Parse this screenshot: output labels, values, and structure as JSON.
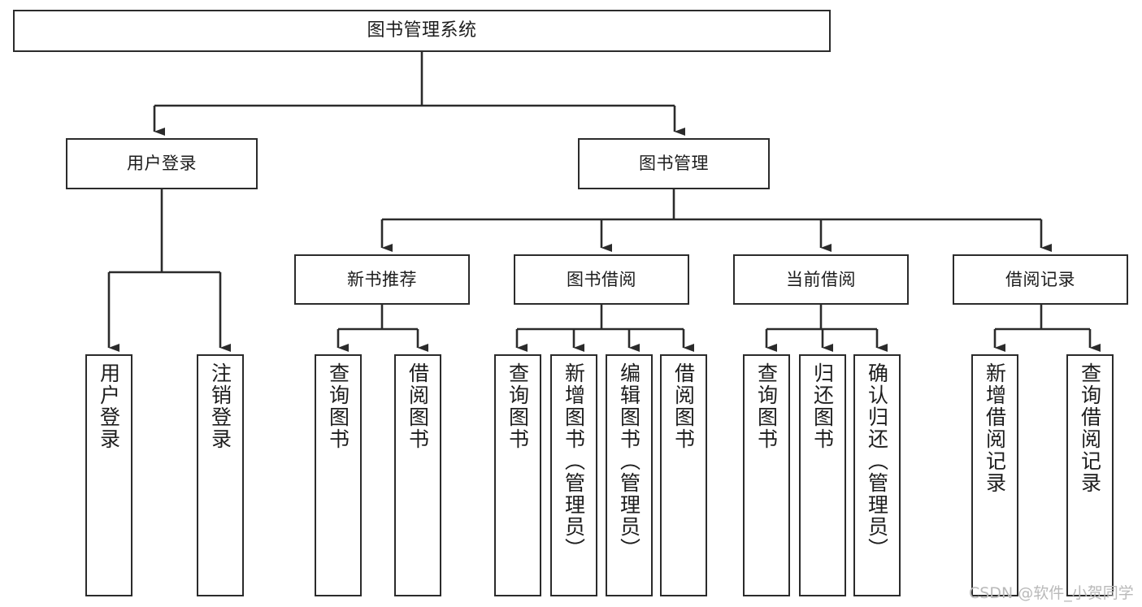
{
  "diagram": {
    "title": "图书管理系统",
    "type": "tree-structure-chart",
    "colors": {
      "box_border": "#2b2b2b",
      "box_fill": "#ffffff",
      "connector": "#2b2b2b",
      "text": "#1d1d1d",
      "watermark": "#b9b9b9"
    },
    "root": {
      "label": "图书管理系统"
    },
    "level2": [
      {
        "label": "用户登录"
      },
      {
        "label": "图书管理"
      }
    ],
    "level3": [
      {
        "label": "新书推荐"
      },
      {
        "label": "图书借阅"
      },
      {
        "label": "当前借阅"
      },
      {
        "label": "借阅记录"
      }
    ],
    "leaves": {
      "user_login": [
        {
          "label": "用户登录"
        },
        {
          "label": "注销登录"
        }
      ],
      "new_book_recommend": [
        {
          "label": "查询图书"
        },
        {
          "label": "借阅图书"
        }
      ],
      "book_borrow": [
        {
          "label": "查询图书"
        },
        {
          "label": "新增图书（管理员）"
        },
        {
          "label": "编辑图书（管理员）"
        },
        {
          "label": "借阅图书"
        }
      ],
      "current_borrow": [
        {
          "label": "查询图书"
        },
        {
          "label": "归还图书"
        },
        {
          "label": "确认归还（管理员）"
        }
      ],
      "borrow_record": [
        {
          "label": "新增借阅记录"
        },
        {
          "label": "查询借阅记录"
        }
      ]
    },
    "watermark": "CSDN @软件_小贺同学"
  }
}
